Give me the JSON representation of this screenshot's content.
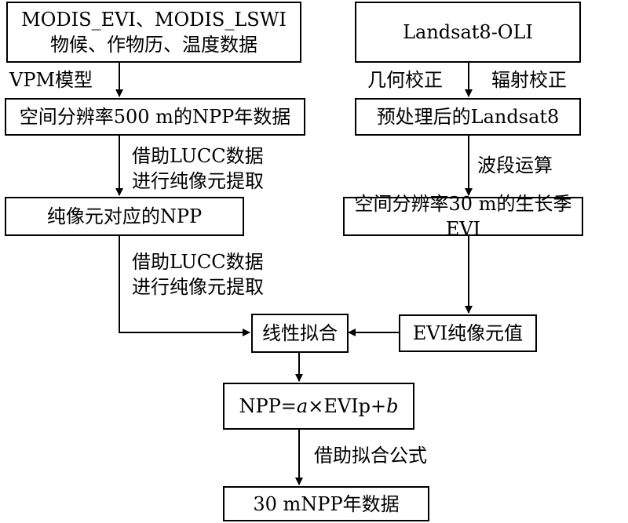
{
  "boxes": {
    "modis_line1": "MODIS_EVI、MODIS_LSWI",
    "modis_line2": "物候、作物历、温度数据",
    "landsat": "Landsat8-OLI",
    "npp500": "空间分辨率500 m的NPP年数据",
    "preprocessed": "预处理后的Landsat8",
    "pure_npp": "纯像元对应的NPP",
    "evi30": "空间分辨率30 m的生长季EVI",
    "fit": "线性拟合",
    "evi_pure": "EVI纯像元值",
    "formula": {
      "prefix": "NPP=",
      "a": "a",
      "mid": "×EVIp+",
      "b": "b"
    },
    "result": "30 mNPP年数据"
  },
  "labels": {
    "vpm": "VPM模型",
    "lucc1_line1": "借助LUCC数据",
    "lucc1_line2": "进行纯像元提取",
    "lucc2_line1": "借助LUCC数据",
    "lucc2_line2": "进行纯像元提取",
    "geometric": "几何校正",
    "radiometric": "辐射校正",
    "band_math": "波段运算",
    "apply_formula": "借助拟合公式"
  }
}
